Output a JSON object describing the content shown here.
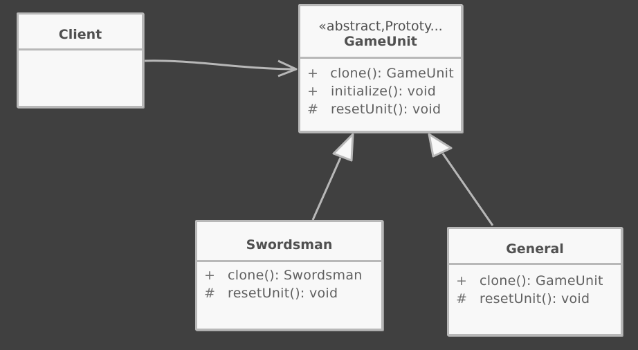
{
  "classes": {
    "client": {
      "name": "Client",
      "members": []
    },
    "gameunit": {
      "stereotype": "«abstract,Prototy...",
      "name": "GameUnit",
      "members": [
        {
          "vis": "+",
          "sig": "clone(): GameUnit"
        },
        {
          "vis": "+",
          "sig": "initialize(): void"
        },
        {
          "vis": "#",
          "sig": "resetUnit(): void"
        }
      ]
    },
    "swordsman": {
      "name": "Swordsman",
      "members": [
        {
          "vis": "+",
          "sig": "clone(): Swordsman"
        },
        {
          "vis": "#",
          "sig": "resetUnit(): void"
        }
      ]
    },
    "general": {
      "name": "General",
      "members": [
        {
          "vis": "+",
          "sig": "clone(): GameUnit"
        },
        {
          "vis": "#",
          "sig": "resetUnit(): void"
        }
      ]
    }
  },
  "relationships": [
    {
      "from": "Client",
      "to": "GameUnit",
      "kind": "association"
    },
    {
      "from": "Swordsman",
      "to": "GameUnit",
      "kind": "generalization"
    },
    {
      "from": "General",
      "to": "GameUnit",
      "kind": "generalization"
    }
  ],
  "colors": {
    "background": "#404040",
    "box_fill": "#f8f8f8",
    "line": "#b8b8b8",
    "text": "#505050"
  }
}
